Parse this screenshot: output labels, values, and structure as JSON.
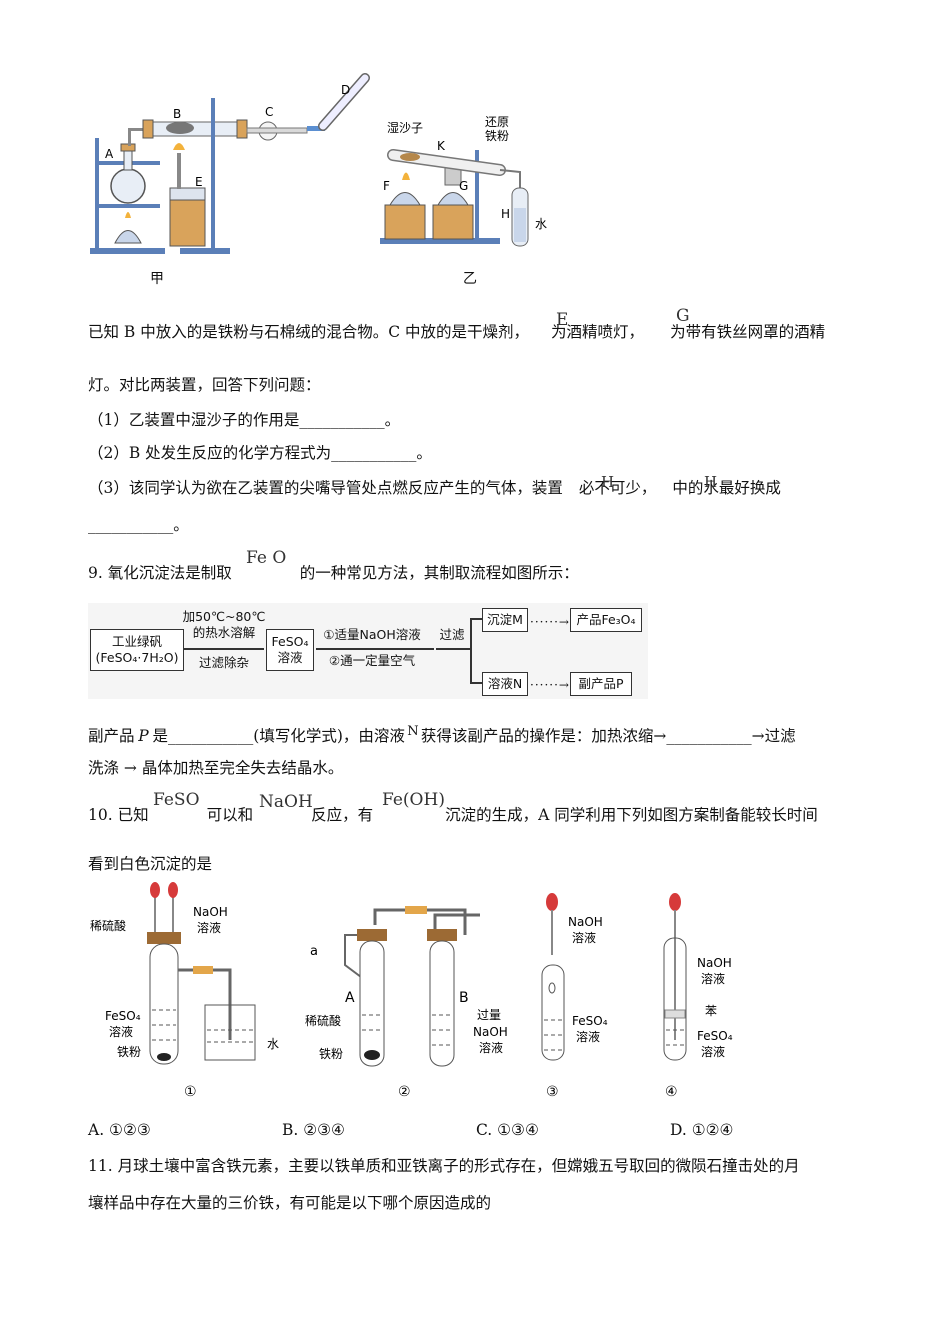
{
  "fig_top": {
    "jia": {
      "label": "甲",
      "A": "A",
      "B": "B",
      "C": "C",
      "D": "D",
      "E": "E"
    },
    "yi": {
      "label": "乙",
      "wet_sand": "湿沙子",
      "reduced_iron_1": "还原",
      "reduced_iron_2": "铁粉",
      "K": "K",
      "F": "F",
      "G": "G",
      "H": "H",
      "water": "水"
    }
  },
  "q8": {
    "intro_1a": "已知 B 中放入的是铁粉与石棉绒的混合物。C 中放的是干燥剂，",
    "E": "E",
    "intro_1b": "为酒精喷灯，",
    "G": "G",
    "intro_1c": "为带有铁丝网罩的酒精",
    "intro_2": "灯。对比两装置，回答下列问题：",
    "p1": "（1）乙装置中湿沙子的作用是___________。",
    "p2": "（2）B 处发生反应的化学方程式为___________。",
    "p3a": "（3）该同学认为欲在乙装置的尖嘴导管处点燃反应产生的气体，装置",
    "H1": "H",
    "p3b": "必不可少，",
    "H2": "H",
    "p3c": "中的水最好换成",
    "p3d": "___________。"
  },
  "q9": {
    "text_a": "9.  氧化沉淀法是制取",
    "formula": "Fe  O",
    "text_b": "的一种常见方法，其制取流程如图所示：",
    "flow": {
      "raw_1": "工业绿矾",
      "raw_2": "(FeSO₄·7H₂O)",
      "step1_top_1": "加50℃~80℃",
      "step1_top_2": "的热水溶解",
      "step1_bottom": "过滤除杂",
      "mid_1": "FeSO₄",
      "mid_2": "溶液",
      "step2_top": "①适量NaOH溶液",
      "step2_bottom": "②通一定量空气",
      "filter": "过滤",
      "ppt": "沉淀M",
      "product": "产品Fe₃O₄",
      "solution": "溶液N",
      "byproduct": "副产品P"
    },
    "line1_a": "副产品",
    "P": "P",
    "line1_b": "是___________(填写化学式)，由溶液",
    "N": "N",
    "line1_c": "获得该副产品的操作是：加热浓缩→___________→过滤",
    "line2": "洗涤 → 晶体加热至完全失去结晶水。"
  },
  "q10": {
    "text_a": "10.  已知",
    "f1": "FeSO",
    "text_b": "可以和",
    "f2": "NaOH",
    "text_c": "反应，有",
    "f3": "Fe(OH)",
    "text_d": "沉淀的生成，A 同学利用下列如图方案制备能较长时间",
    "line2": "看到白色沉淀的是",
    "fig1": {
      "acid": "稀硫酸",
      "naoh_1": "NaOH",
      "naoh_2": "溶液",
      "feso4_1": "FeSO₄",
      "feso4_2": "溶液",
      "iron": "铁粉",
      "water": "水",
      "num": "①"
    },
    "fig2": {
      "a": "a",
      "A": "A",
      "B": "B",
      "acid": "稀硫酸",
      "iron": "铁粉",
      "excess": "过量",
      "naoh_1": "NaOH",
      "naoh_2": "溶液",
      "num": "②"
    },
    "fig3": {
      "naoh_1": "NaOH",
      "naoh_2": "溶液",
      "feso4_1": "FeSO₄",
      "feso4_2": "溶液",
      "num": "③"
    },
    "fig4": {
      "naoh_1": "NaOH",
      "naoh_2": "溶液",
      "benzene": "苯",
      "feso4_1": "FeSO₄",
      "feso4_2": "溶液",
      "num": "④"
    },
    "options": [
      "A. ①②③",
      "B. ②③④",
      "C. ①③④",
      "D. ①②④"
    ]
  },
  "q11": {
    "line1": "11.  月球土壤中富含铁元素，主要以铁单质和亚铁离子的形式存在，但嫦娥五号取回的微陨石撞击处的月",
    "line2": "壤样品中存在大量的三价铁，有可能是以下哪个原因造成的"
  }
}
